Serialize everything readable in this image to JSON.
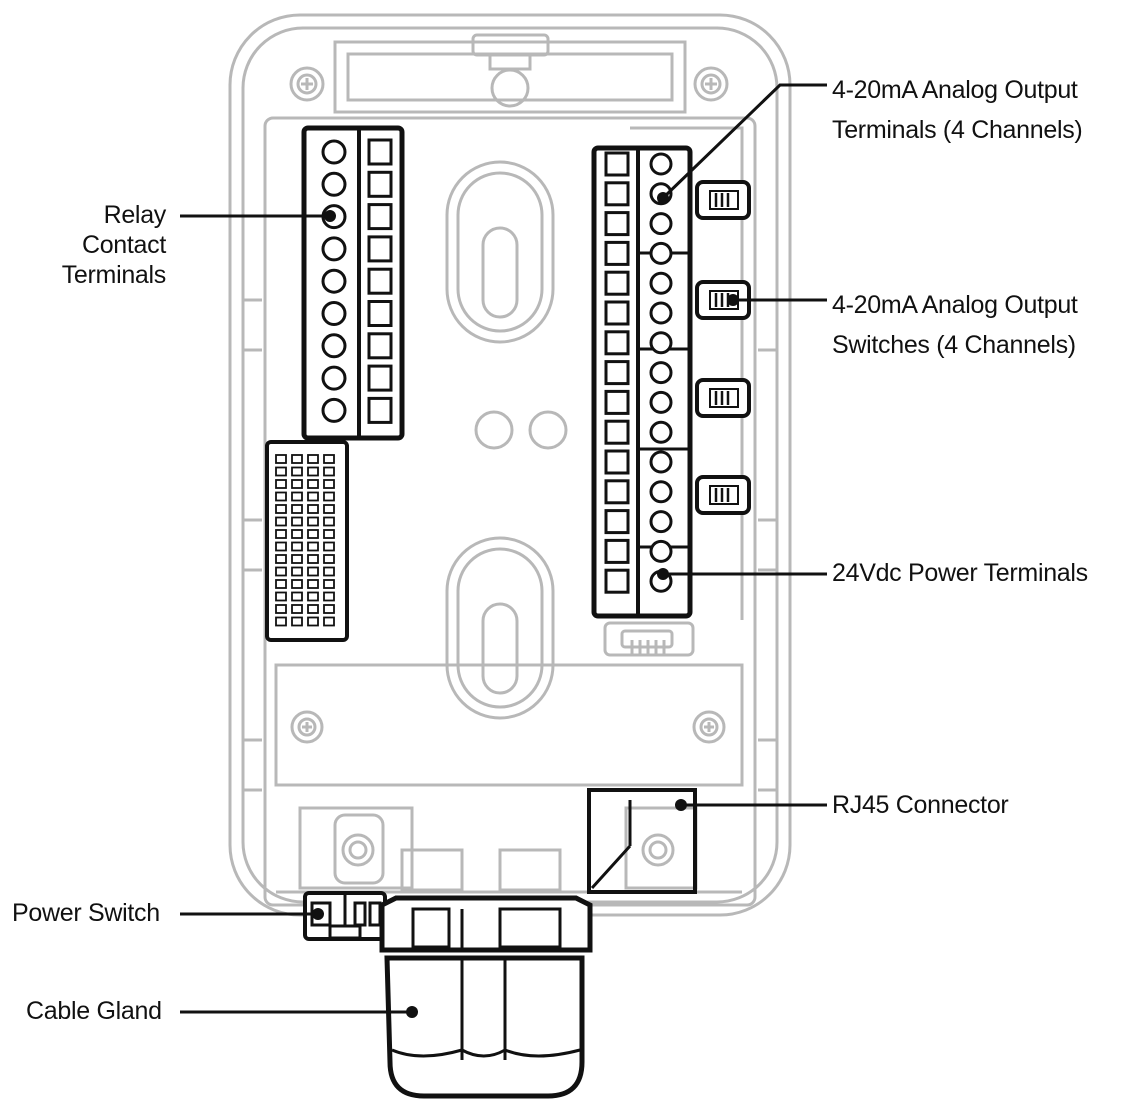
{
  "labels": {
    "relay_contact_terminals": "Relay\nContact\nTerminals",
    "analog_output_terminals": "4-20mA Analog Output\nTerminals (4 Channels)",
    "analog_output_switches": "4-20mA Analog Output\nSwitches (4 Channels)",
    "power_terminals_24vdc": "24Vdc Power Terminals",
    "rj45_connector": "RJ45 Connector",
    "power_switch": "Power Switch",
    "cable_gland": "Cable Gland"
  },
  "colors": {
    "outline_dark": "#111111",
    "outline_light": "#b8b8b8",
    "background": "#ffffff"
  }
}
